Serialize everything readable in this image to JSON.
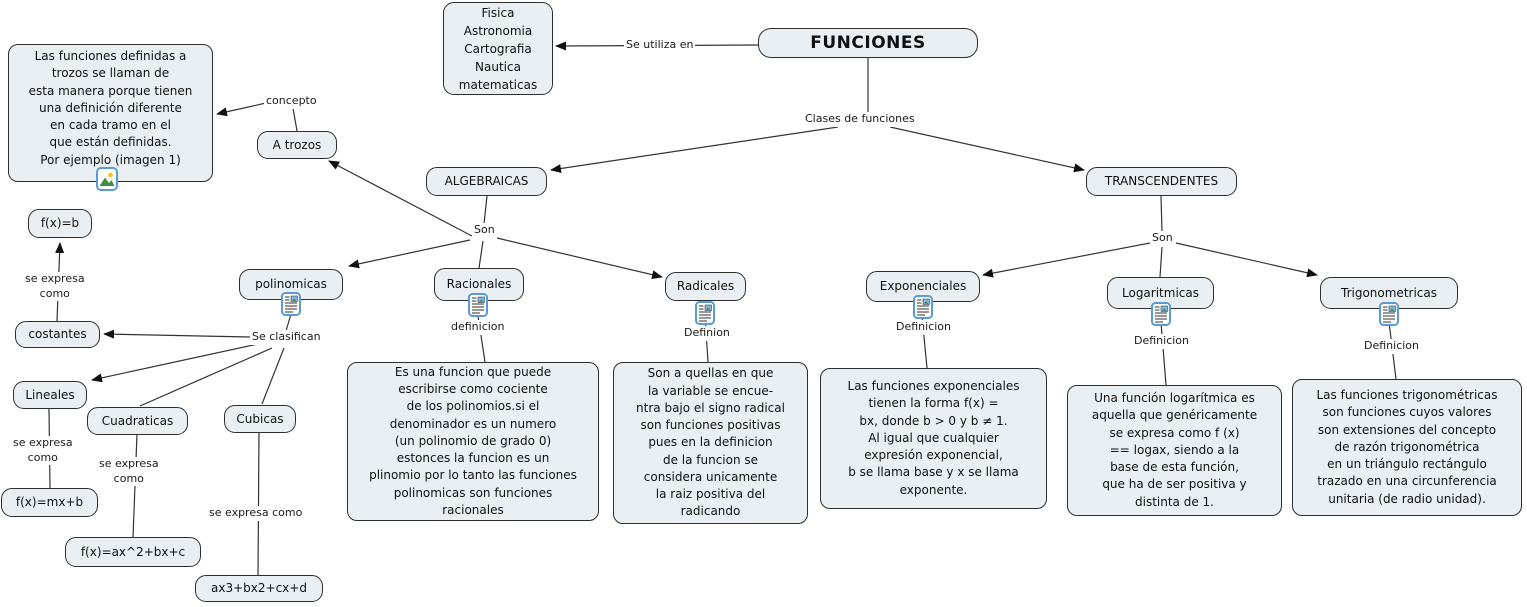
{
  "title": "FUNCIONES concept map",
  "nodes": {
    "funciones": {
      "label": "FUNCIONES"
    },
    "fisica": {
      "label": "Fisica\nAstronomia\nCartografia\nNautica\nmatematicas"
    },
    "a_trozos": {
      "label": "A trozos"
    },
    "algebraicas": {
      "label": "ALGEBRAICAS"
    },
    "transcendentes": {
      "label": "TRANSCENDENTES"
    },
    "polinomicas": {
      "label": "polinomicas"
    },
    "racionales": {
      "label": "Racionales"
    },
    "radicales": {
      "label": "Radicales"
    },
    "exponenciales": {
      "label": "Exponenciales"
    },
    "logaritmicas": {
      "label": "Logaritmicas"
    },
    "trigonometricas": {
      "label": "Trigonometricas"
    },
    "fxb": {
      "label": "f(x)=b"
    },
    "costantes": {
      "label": "costantes"
    },
    "lineales": {
      "label": "Lineales"
    },
    "cuadraticas": {
      "label": "Cuadraticas"
    },
    "cubicas": {
      "label": "Cubicas"
    },
    "fxmxb": {
      "label": "f(x)=mx+b"
    },
    "fxax2bxc": {
      "label": "f(x)=ax^2+bx+c"
    },
    "ax3bx2cxd": {
      "label": "ax3+bx2+cx+d"
    }
  },
  "textboxes": {
    "trozos_info": "Las funciones definidas a\ntrozos se llaman de\nesta manera porque tienen\nuna definición diferente\nen cada tramo en el\nque están definidas.\nPor ejemplo (imagen 1)",
    "racionales_def": "Es una funcion que puede\nescribirse como cociente\nde los polinomios.si el\ndenominador es un numero\n(un polinomio de grado 0)\nestonces la funcion es un\nplinomio por lo tanto las funciones\npolinomicas son funciones\nracionales",
    "radicales_def": "Son a quellas en que\nla variable se encue-\nntra bajo el signo radical\nson funciones positivas\npues en la definicion\nde la funcion se\nconsidera unicamente\nla raiz positiva del\nradicando",
    "exponenciales_def": "Las funciones exponenciales\ntienen la forma f(x) =\nbx, donde b > 0 y b ≠ 1.\nAl igual que cualquier\nexpresión exponencial,\nb se llama base y x se llama\nexponente.",
    "logaritmicas_def": "Una función logarítmica es\naquella que genéricamente\nse expresa como f (x)\n== logax, siendo a la\nbase de esta función,\nque ha de ser positiva y\ndistinta de 1.",
    "trigonometricas_def": "Las funciones trigonométricas\nson funciones cuyos valores\nson extensiones del concepto\nde razón trigonométrica\nen un triángulo rectángulo\ntrazado en una circunferencia\nunitaria (de radio unidad)."
  },
  "link_labels": {
    "concepto": "concepto",
    "se_utiliza_en": "Se utiliza en",
    "clases_de_funciones": "Clases de funciones",
    "son_algebraicas": "Son",
    "son_transcendentes": "Son",
    "se_clasifican": "Se clasifican",
    "definicion_racionales": "definicion",
    "definicion_radicales": "Definion",
    "definicion_exponenciales": "Definicion",
    "definicion_logaritmicas": "Definicion",
    "definicion_trigonometricas": "Definicion",
    "se_expresa_costantes": "se expresa\ncomo",
    "se_expresa_lineales": "se expresa\ncomo",
    "se_expresa_cuadraticas": "se expresa\ncomo",
    "se_expresa_cubicas": "se expresa como"
  },
  "icons": {
    "resource_icon": "document-with-image-resource",
    "image_icon": "picture-resource"
  },
  "colors": {
    "node_fill": "#e9eff2",
    "node_border": "#2e2e2e",
    "connector": "#333333",
    "icon_border": "#5b9bd5",
    "text": "#111111"
  }
}
